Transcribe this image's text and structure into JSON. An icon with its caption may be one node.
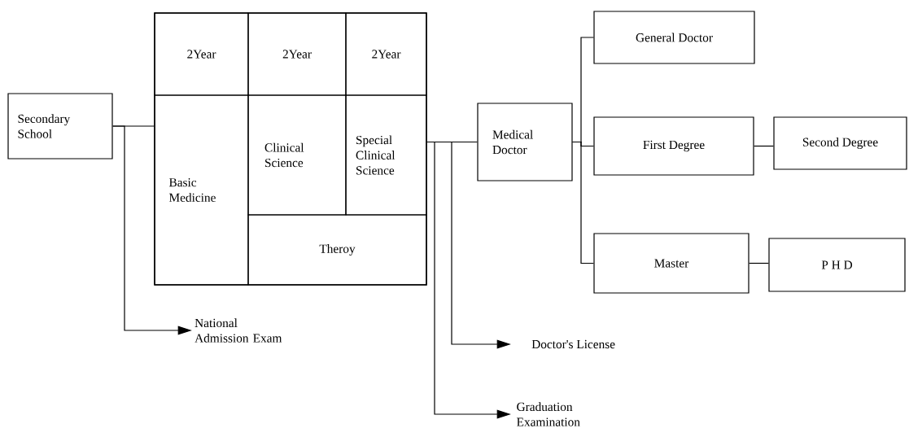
{
  "diagram": {
    "nodes": [
      {
        "text": [
          "Secondary School"
        ]
      },
      {
        "text": [],
        "shape": "box"
      },
      {
        "text": [
          "2Year"
        ],
        "in": 1
      },
      {
        "text": [
          "2Year"
        ],
        "in": 1
      },
      {
        "text": [
          "2Year"
        ],
        "in": 1
      },
      {
        "text": [
          "Basic Medicine"
        ],
        "in": 1
      },
      {
        "text": [
          "Clinical Science"
        ],
        "in": 1
      },
      {
        "text": [
          "Special Clinical Science"
        ],
        "in": 1
      },
      {
        "text": [
          "Theroy"
        ],
        "in": 1
      },
      {
        "text": [
          "National Admission Exam"
        ]
      },
      {
        "text": [
          "Medical Doctor"
        ]
      },
      {
        "text": [
          "General Doctor"
        ]
      },
      {
        "text": [
          "First Degree"
        ]
      },
      {
        "text": [
          "Second Degree"
        ]
      },
      {
        "text": [
          "Master"
        ]
      },
      {
        "text": [
          "P H D"
        ]
      },
      {
        "text": [
          "Doctor's License"
        ]
      },
      {
        "text": [
          "Graduation Examination"
        ]
      }
    ],
    "edges": [
      {
        "from": 0,
        "to": 1,
        "arrow": "none"
      },
      {
        "from": 0,
        "to": 9,
        "arrow": "to"
      },
      {
        "from": 1,
        "to": 10,
        "arrow": "none"
      },
      {
        "from": 1,
        "to": 16,
        "arrow": "to"
      },
      {
        "from": 1,
        "to": 17,
        "arrow": "to"
      },
      {
        "from": 10,
        "to": 11,
        "arrow": "none"
      },
      {
        "from": 10,
        "to": 12,
        "arrow": "none"
      },
      {
        "from": 10,
        "to": 14,
        "arrow": "none"
      },
      {
        "from": 12,
        "to": 13,
        "arrow": "none"
      },
      {
        "from": 14,
        "to": 15,
        "arrow": "none"
      }
    ]
  }
}
